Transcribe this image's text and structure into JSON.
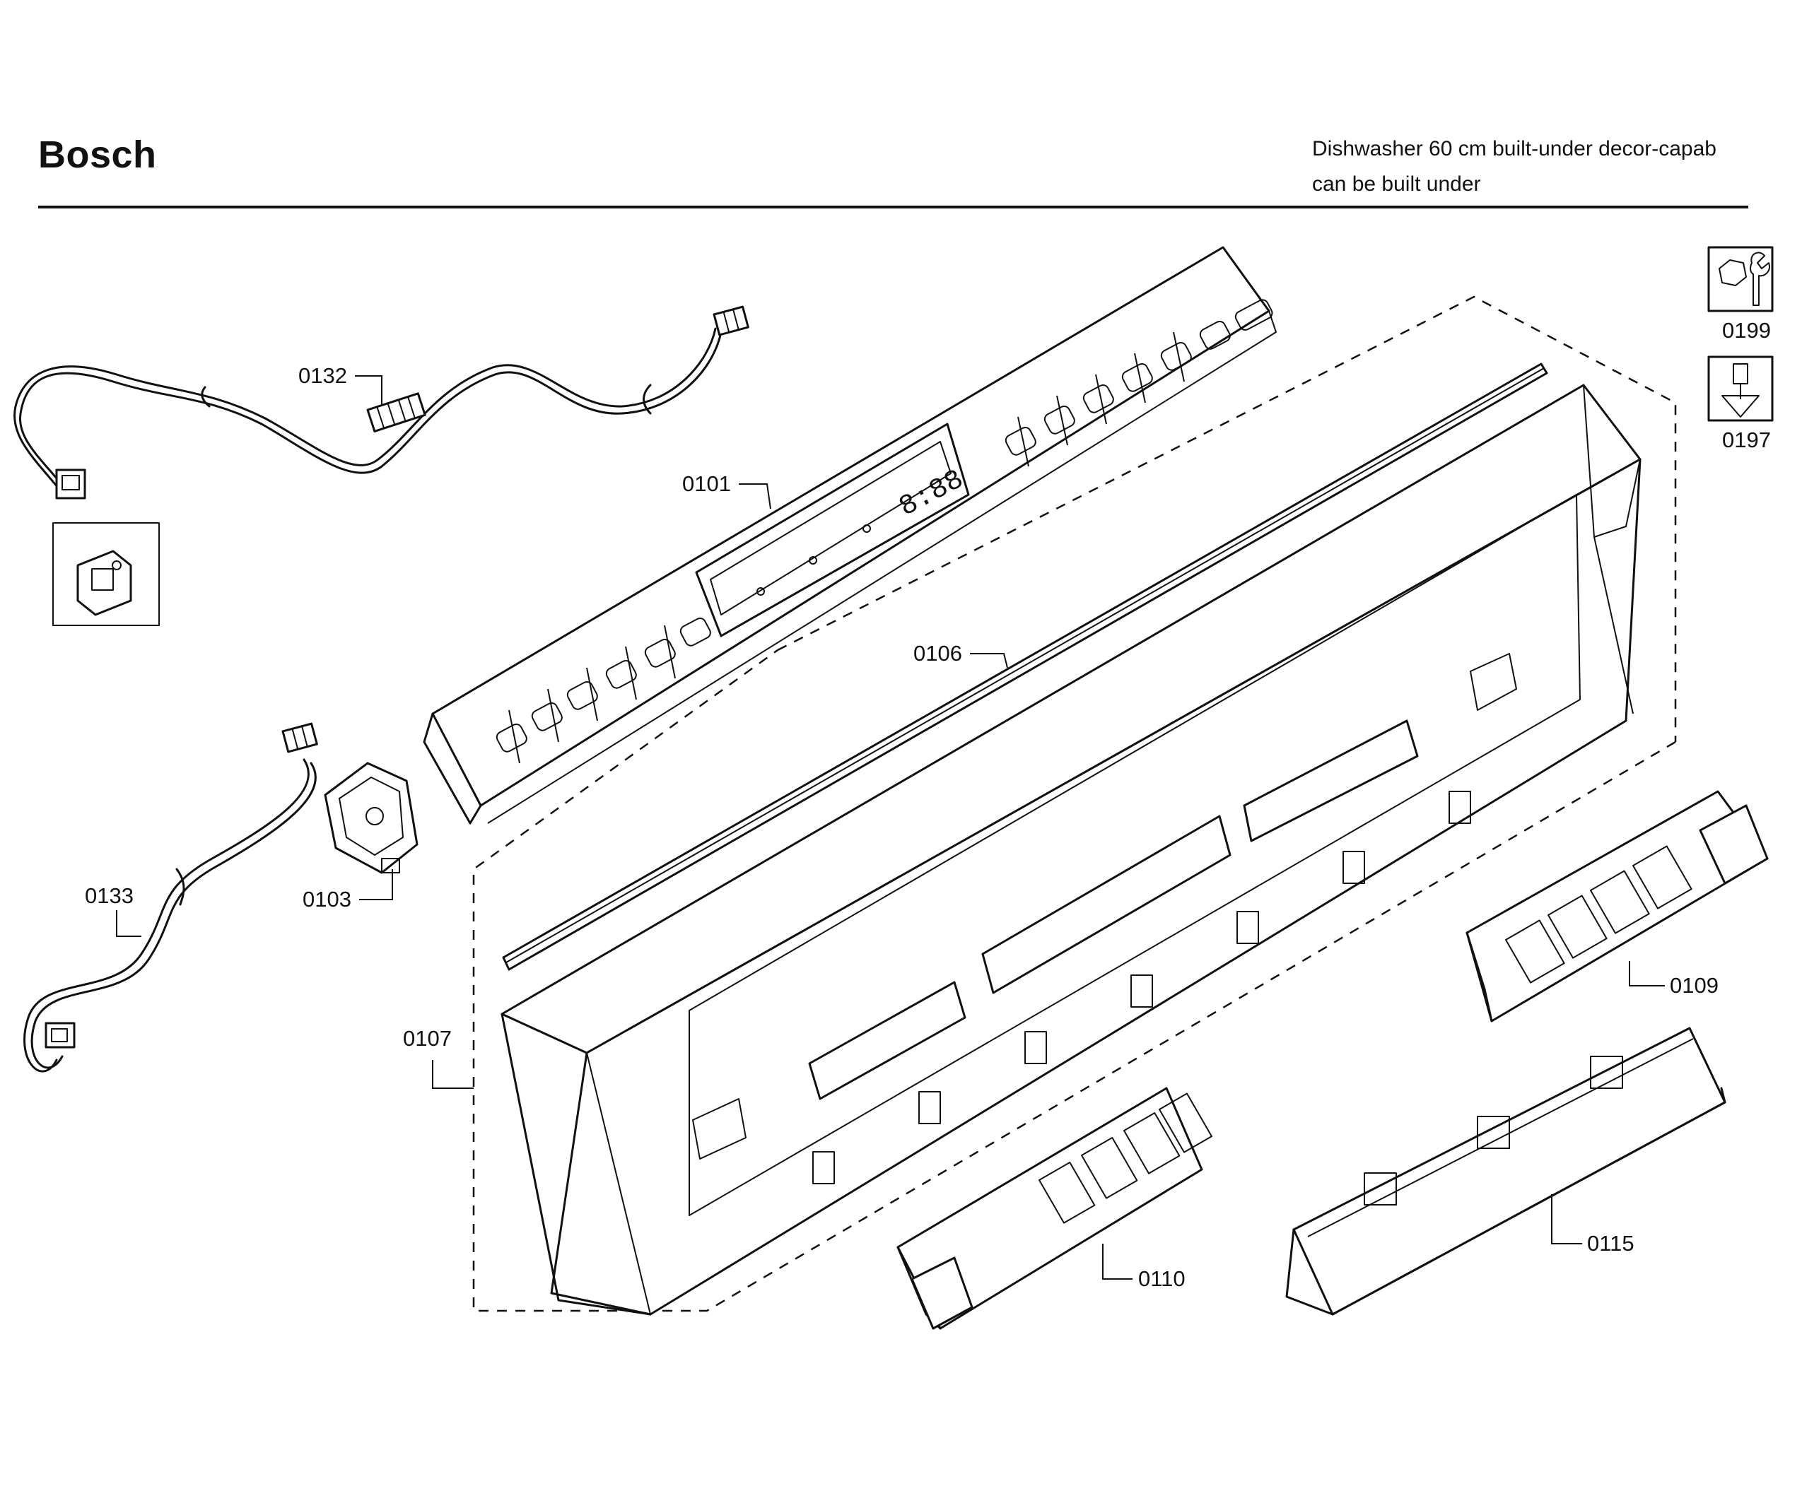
{
  "header": {
    "brand": "Bosch",
    "model_line1": "Dishwasher 60 cm built-under decor-capab",
    "model_line2": "can be built under"
  },
  "tools": [
    {
      "code": "0199",
      "icon": "wrench-nut-icon"
    },
    {
      "code": "0197",
      "icon": "screwdriver-icon"
    }
  ],
  "callouts": {
    "c0132": "0132",
    "c0101": "0101",
    "c0106": "0106",
    "c0133": "0133",
    "c0103": "0103",
    "c0107": "0107",
    "c0109": "0109",
    "c0110": "0110",
    "c0115": "0115"
  },
  "display": {
    "readout": "8:88"
  }
}
